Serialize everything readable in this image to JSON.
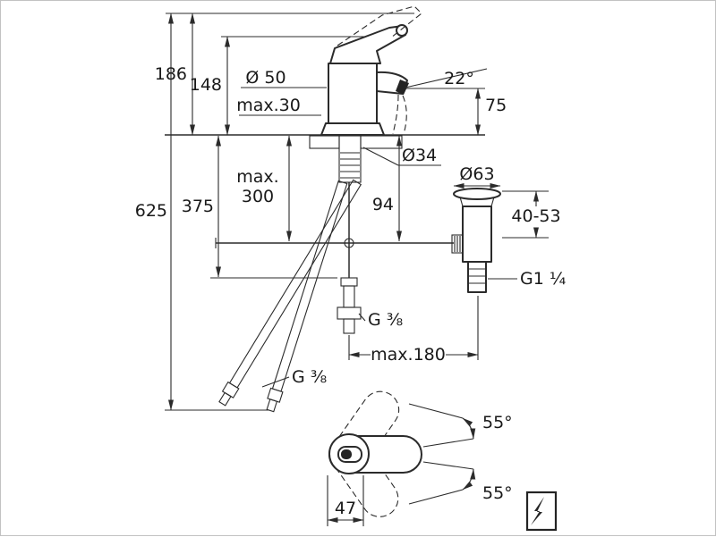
{
  "front": {
    "h625": "625",
    "h186": "186",
    "h148": "148",
    "dia50": "Ø 50",
    "deck_max": "max.30",
    "angle22": "22°",
    "h75": "75",
    "dia34": "Ø34",
    "drop375": "375",
    "rod_max_1": "max.",
    "rod_max_2": "300",
    "d94": "94",
    "dia63": "Ø63",
    "range4053": "40-53",
    "thread_g114": "G1 ¼",
    "thread_g38_center": "G ⅜",
    "thread_g38_hose": "G ⅜",
    "reach_max": "max.180"
  },
  "top": {
    "swivel_up": "55°",
    "swivel_down": "55°",
    "w47": "47"
  },
  "symbol": {
    "flash_icon": "lightning-bolt-icon"
  },
  "colors": {
    "line": "#2b2b2b",
    "background": "#ffffff",
    "frame": "#c2c2c2"
  }
}
